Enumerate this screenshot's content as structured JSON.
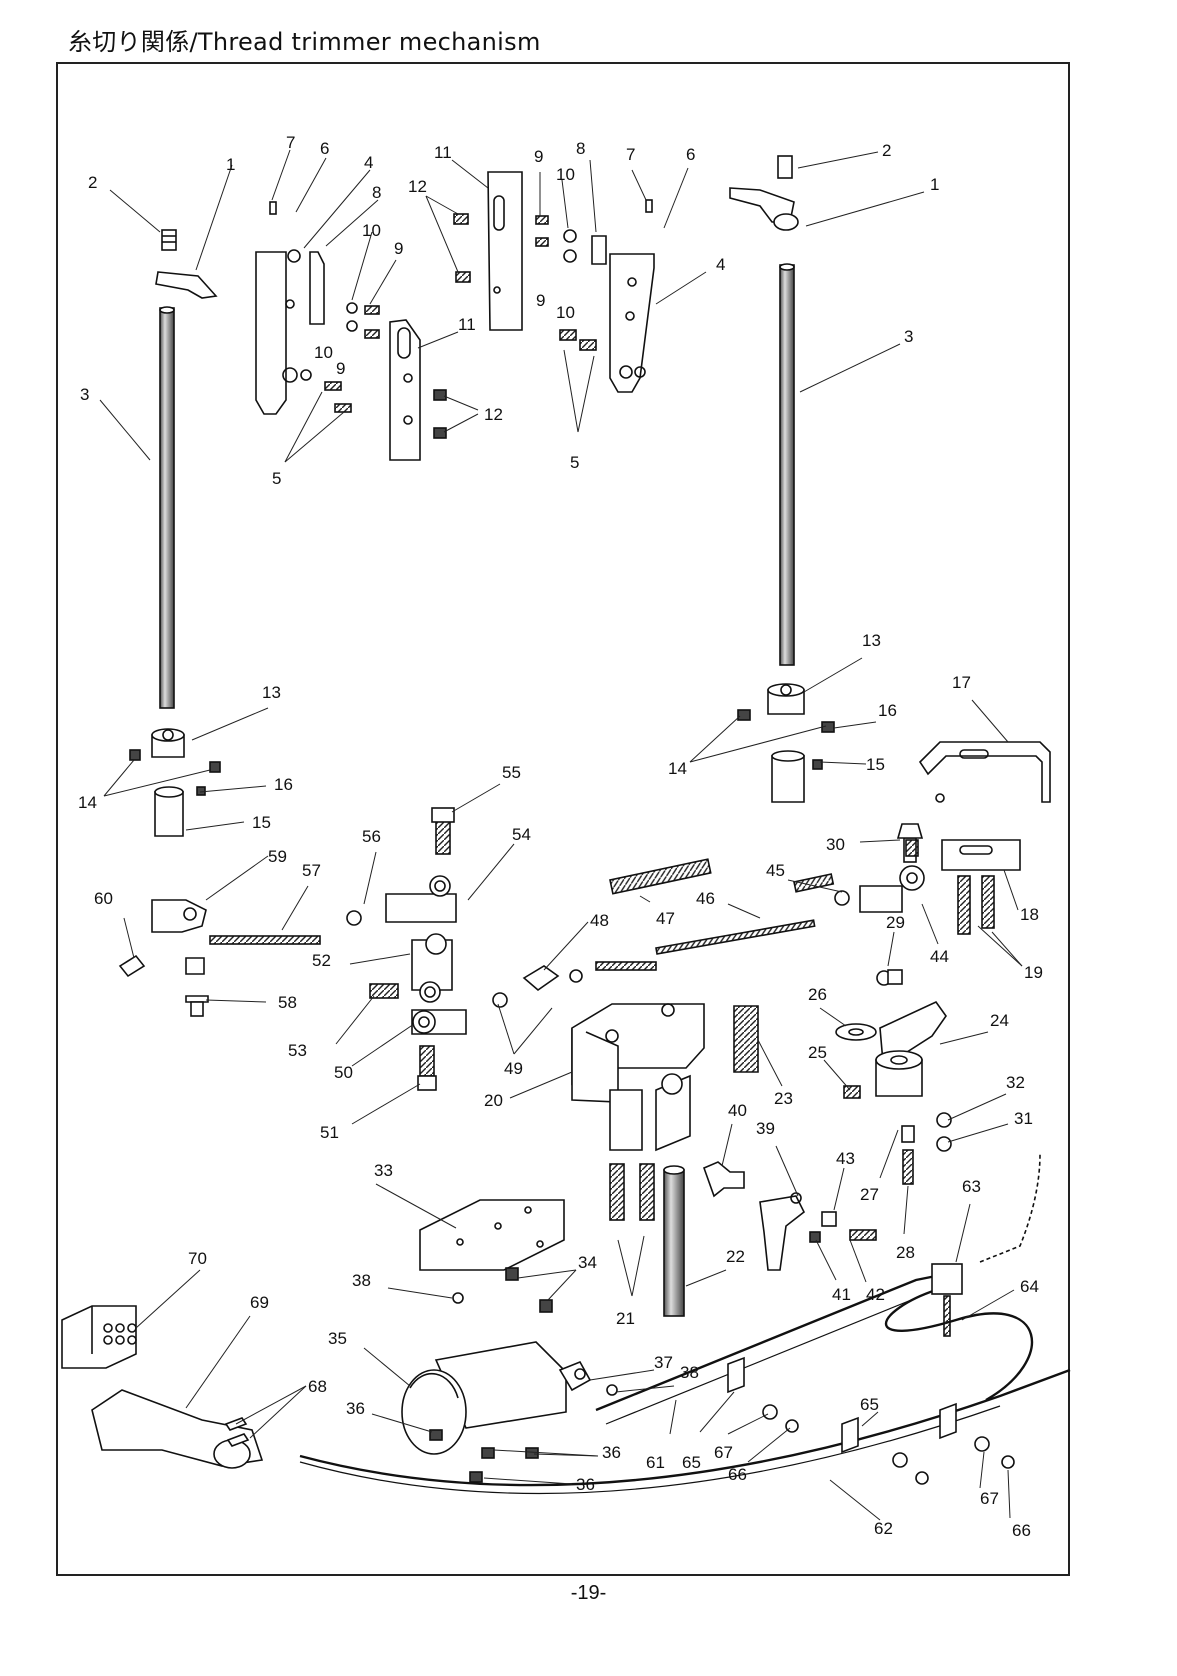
{
  "title": "糸切り関係/Thread trimmer mechanism",
  "page_number": "-19-",
  "callouts": [
    {
      "id": "c1a",
      "text": "2"
    },
    {
      "id": "c1b",
      "text": "1"
    },
    {
      "id": "c1c",
      "text": "3"
    },
    {
      "id": "c2a",
      "text": "7"
    },
    {
      "id": "c2b",
      "text": "6"
    },
    {
      "id": "c2c",
      "text": "4"
    },
    {
      "id": "c2d",
      "text": "8"
    },
    {
      "id": "c2e",
      "text": "10"
    },
    {
      "id": "c2f",
      "text": "9"
    },
    {
      "id": "c2g",
      "text": "10"
    },
    {
      "id": "c2h",
      "text": "9"
    },
    {
      "id": "c2i",
      "text": "11"
    },
    {
      "id": "c2j",
      "text": "12"
    },
    {
      "id": "c2k",
      "text": "5"
    },
    {
      "id": "c3a",
      "text": "11"
    },
    {
      "id": "c3b",
      "text": "12"
    },
    {
      "id": "c3c",
      "text": "9"
    },
    {
      "id": "c3d",
      "text": "10"
    },
    {
      "id": "c3e",
      "text": "8"
    },
    {
      "id": "c3f",
      "text": "7"
    },
    {
      "id": "c3g",
      "text": "6"
    },
    {
      "id": "c3h",
      "text": "9"
    },
    {
      "id": "c3i",
      "text": "10"
    },
    {
      "id": "c3j",
      "text": "4"
    },
    {
      "id": "c3k",
      "text": "5"
    },
    {
      "id": "c4a",
      "text": "2"
    },
    {
      "id": "c4b",
      "text": "1"
    },
    {
      "id": "c4c",
      "text": "3"
    },
    {
      "id": "c5a",
      "text": "13"
    },
    {
      "id": "c5b",
      "text": "14"
    },
    {
      "id": "c5c",
      "text": "16"
    },
    {
      "id": "c5d",
      "text": "15"
    },
    {
      "id": "c5e",
      "text": "59"
    },
    {
      "id": "c5f",
      "text": "60"
    },
    {
      "id": "c5g",
      "text": "57"
    },
    {
      "id": "c5h",
      "text": "58"
    },
    {
      "id": "c6a",
      "text": "13"
    },
    {
      "id": "c6b",
      "text": "16"
    },
    {
      "id": "c6c",
      "text": "15"
    },
    {
      "id": "c6d",
      "text": "14"
    },
    {
      "id": "c6e",
      "text": "17"
    },
    {
      "id": "c6f",
      "text": "30"
    },
    {
      "id": "c6g",
      "text": "45"
    },
    {
      "id": "c6h",
      "text": "18"
    },
    {
      "id": "c6i",
      "text": "46"
    },
    {
      "id": "c6j",
      "text": "29"
    },
    {
      "id": "c6k",
      "text": "44"
    },
    {
      "id": "c6l",
      "text": "19"
    },
    {
      "id": "c7a",
      "text": "55"
    },
    {
      "id": "c7b",
      "text": "56"
    },
    {
      "id": "c7c",
      "text": "54"
    },
    {
      "id": "c7d",
      "text": "52"
    },
    {
      "id": "c7e",
      "text": "53"
    },
    {
      "id": "c7f",
      "text": "50"
    },
    {
      "id": "c7g",
      "text": "51"
    },
    {
      "id": "c7h",
      "text": "48"
    },
    {
      "id": "c7i",
      "text": "47"
    },
    {
      "id": "c7j",
      "text": "49"
    },
    {
      "id": "c7k",
      "text": "20"
    },
    {
      "id": "c8a",
      "text": "26"
    },
    {
      "id": "c8b",
      "text": "24"
    },
    {
      "id": "c8c",
      "text": "25"
    },
    {
      "id": "c8d",
      "text": "23"
    },
    {
      "id": "c8e",
      "text": "32"
    },
    {
      "id": "c8f",
      "text": "31"
    },
    {
      "id": "c8g",
      "text": "40"
    },
    {
      "id": "c8h",
      "text": "39"
    },
    {
      "id": "c8i",
      "text": "43"
    },
    {
      "id": "c8j",
      "text": "27"
    },
    {
      "id": "c8k",
      "text": "63"
    },
    {
      "id": "c8l",
      "text": "28"
    },
    {
      "id": "c8m",
      "text": "22"
    },
    {
      "id": "c8n",
      "text": "41"
    },
    {
      "id": "c8o",
      "text": "42"
    },
    {
      "id": "c8p",
      "text": "64"
    },
    {
      "id": "c9a",
      "text": "33"
    },
    {
      "id": "c9b",
      "text": "34"
    },
    {
      "id": "c9c",
      "text": "21"
    },
    {
      "id": "c9d",
      "text": "38"
    },
    {
      "id": "c9e",
      "text": "35"
    },
    {
      "id": "c9f",
      "text": "37"
    },
    {
      "id": "c9g",
      "text": "38"
    },
    {
      "id": "c9h",
      "text": "36"
    },
    {
      "id": "c9i",
      "text": "36"
    },
    {
      "id": "c9j",
      "text": "36"
    },
    {
      "id": "c9k",
      "text": "61"
    },
    {
      "id": "c9l",
      "text": "65"
    },
    {
      "id": "c9m",
      "text": "67"
    },
    {
      "id": "c9n",
      "text": "66"
    },
    {
      "id": "c9o",
      "text": "65"
    },
    {
      "id": "c9p",
      "text": "67"
    },
    {
      "id": "c9q",
      "text": "66"
    },
    {
      "id": "c9r",
      "text": "62"
    },
    {
      "id": "c10a",
      "text": "70"
    },
    {
      "id": "c10b",
      "text": "69"
    },
    {
      "id": "c10c",
      "text": "68"
    }
  ]
}
